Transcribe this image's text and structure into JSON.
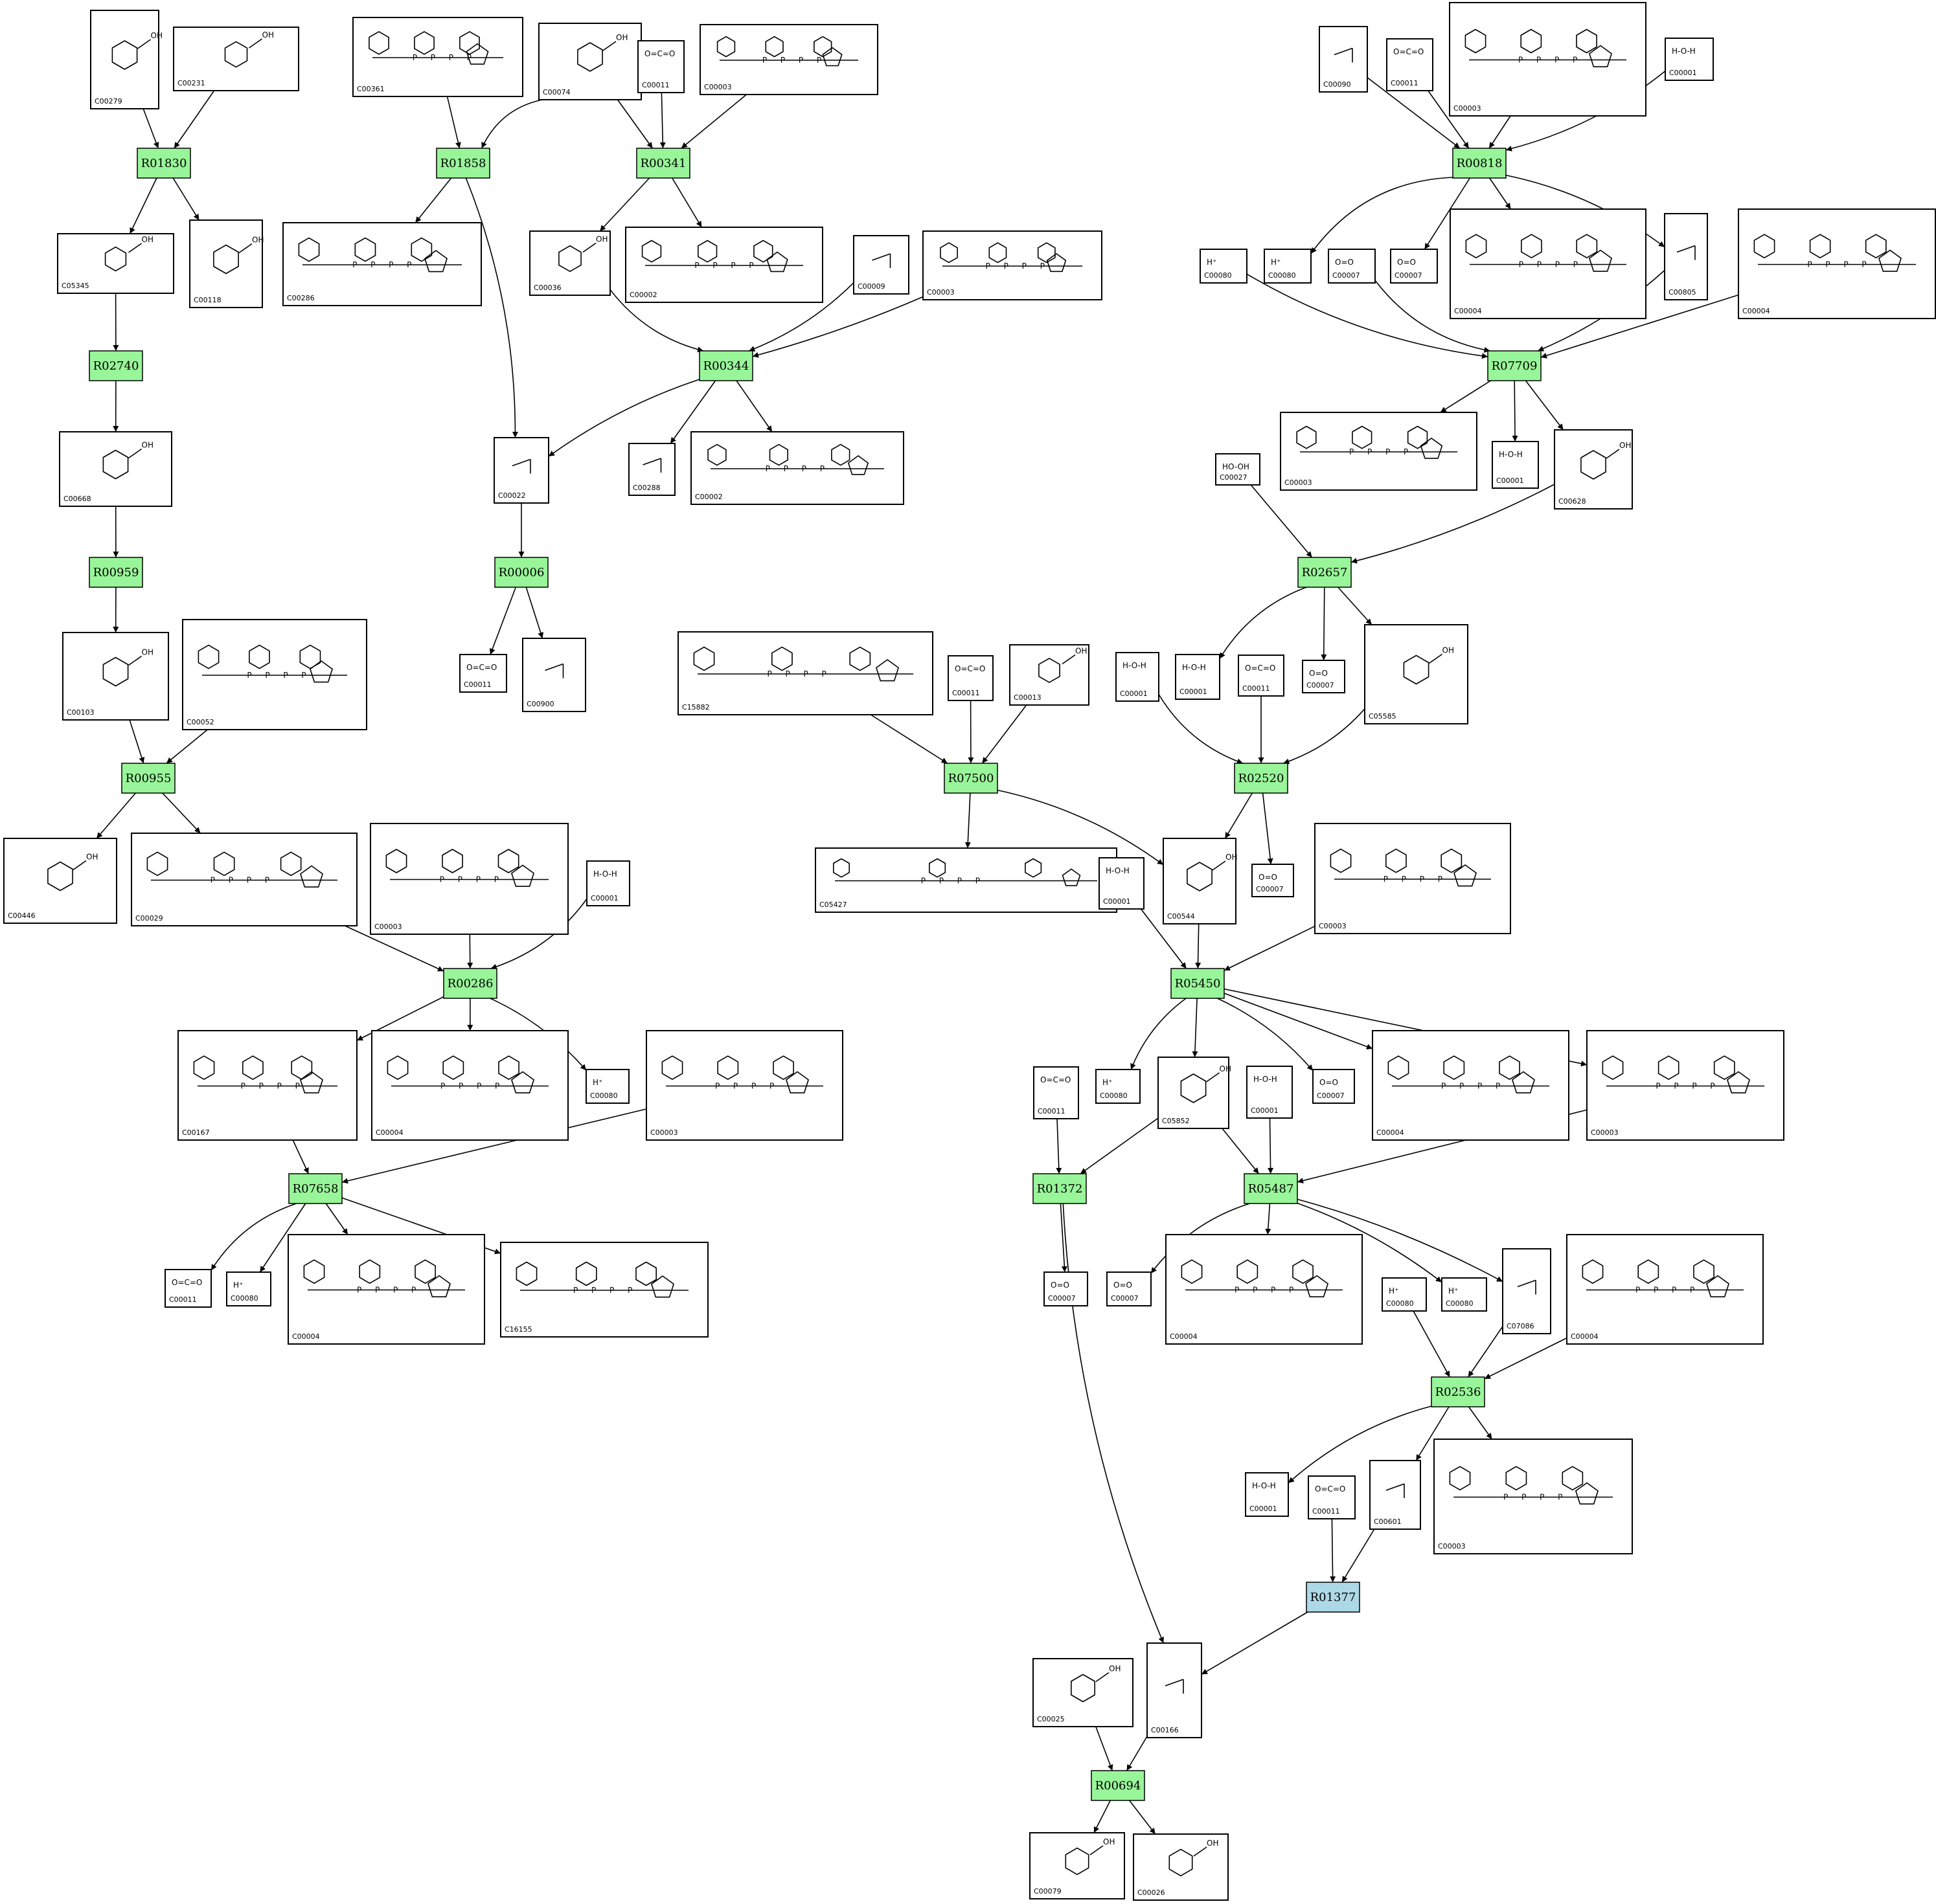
{
  "colors": {
    "reaction": "#99f599",
    "reaction_alt": "#add8e6",
    "stroke": "#000000",
    "background": "#ffffff"
  },
  "reactions": [
    {
      "id": "R01830",
      "alt": false
    },
    {
      "id": "R01858",
      "alt": false
    },
    {
      "id": "R00341",
      "alt": false
    },
    {
      "id": "R00818",
      "alt": false
    },
    {
      "id": "R02740",
      "alt": false
    },
    {
      "id": "R00344",
      "alt": false
    },
    {
      "id": "R07709",
      "alt": false
    },
    {
      "id": "R00959",
      "alt": false
    },
    {
      "id": "R00006",
      "alt": false
    },
    {
      "id": "R02657",
      "alt": false
    },
    {
      "id": "R00955",
      "alt": false
    },
    {
      "id": "R07500",
      "alt": false
    },
    {
      "id": "R02520",
      "alt": false
    },
    {
      "id": "R00286",
      "alt": false
    },
    {
      "id": "R05450",
      "alt": false
    },
    {
      "id": "R07658",
      "alt": false
    },
    {
      "id": "R01372",
      "alt": false
    },
    {
      "id": "R05487",
      "alt": false
    },
    {
      "id": "R02536",
      "alt": false
    },
    {
      "id": "R01377",
      "alt": true
    },
    {
      "id": "R00694",
      "alt": false
    }
  ],
  "compounds": [
    {
      "key": "n01",
      "id": "C00279",
      "formula": ""
    },
    {
      "key": "n02",
      "id": "C00231",
      "formula": ""
    },
    {
      "key": "n03",
      "id": "C00361",
      "formula": ""
    },
    {
      "key": "n04",
      "id": "C00074",
      "formula": ""
    },
    {
      "key": "n05",
      "id": "C00011",
      "formula": "O=C=O"
    },
    {
      "key": "n06",
      "id": "C00003",
      "formula": ""
    },
    {
      "key": "n07",
      "id": "C00090",
      "formula": ""
    },
    {
      "key": "n08",
      "id": "C00011",
      "formula": "O=C=O"
    },
    {
      "key": "n09",
      "id": "C00003",
      "formula": ""
    },
    {
      "key": "n10",
      "id": "C00001",
      "formula": "H-O-H"
    },
    {
      "key": "n11",
      "id": "C05345",
      "formula": ""
    },
    {
      "key": "n12",
      "id": "C00118",
      "formula": ""
    },
    {
      "key": "n13",
      "id": "C00286",
      "formula": ""
    },
    {
      "key": "n14",
      "id": "C00036",
      "formula": ""
    },
    {
      "key": "n15",
      "id": "C00002",
      "formula": ""
    },
    {
      "key": "n16",
      "id": "C00009",
      "formula": ""
    },
    {
      "key": "n17",
      "id": "C00003",
      "formula": ""
    },
    {
      "key": "n18",
      "id": "C00080",
      "formula": "H⁺"
    },
    {
      "key": "n19",
      "id": "C00080",
      "formula": "H⁺"
    },
    {
      "key": "n20",
      "id": "C00007",
      "formula": "O=O"
    },
    {
      "key": "n21",
      "id": "C00007",
      "formula": "O=O"
    },
    {
      "key": "n22",
      "id": "C00004",
      "formula": ""
    },
    {
      "key": "n23",
      "id": "C00805",
      "formula": ""
    },
    {
      "key": "n24",
      "id": "C00004",
      "formula": ""
    },
    {
      "key": "n25",
      "id": "C00668",
      "formula": ""
    },
    {
      "key": "n26",
      "id": "C00022",
      "formula": ""
    },
    {
      "key": "n27",
      "id": "C00288",
      "formula": ""
    },
    {
      "key": "n28",
      "id": "C00002",
      "formula": ""
    },
    {
      "key": "n29",
      "id": "C00003",
      "formula": ""
    },
    {
      "key": "n30",
      "id": "C00001",
      "formula": "H-O-H"
    },
    {
      "key": "n31",
      "id": "C00628",
      "formula": ""
    },
    {
      "key": "n32",
      "id": "C00027",
      "formula": "HO-OH"
    },
    {
      "key": "n33",
      "id": "C00103",
      "formula": ""
    },
    {
      "key": "n34",
      "id": "C00052",
      "formula": ""
    },
    {
      "key": "n35",
      "id": "C00011",
      "formula": "O=C=O"
    },
    {
      "key": "n36",
      "id": "C00900",
      "formula": ""
    },
    {
      "key": "n37",
      "id": "C15882",
      "formula": ""
    },
    {
      "key": "n38",
      "id": "C00011",
      "formula": "O=C=O"
    },
    {
      "key": "n39",
      "id": "C00013",
      "formula": ""
    },
    {
      "key": "n40",
      "id": "C00001",
      "formula": "H-O-H"
    },
    {
      "key": "n41",
      "id": "C00001",
      "formula": "H-O-H"
    },
    {
      "key": "n42",
      "id": "C00011",
      "formula": "O=C=O"
    },
    {
      "key": "n43",
      "id": "C00007",
      "formula": "O=O"
    },
    {
      "key": "n44",
      "id": "C05585",
      "formula": ""
    },
    {
      "key": "n45",
      "id": "C00446",
      "formula": ""
    },
    {
      "key": "n46",
      "id": "C00029",
      "formula": ""
    },
    {
      "key": "n47",
      "id": "C00003",
      "formula": ""
    },
    {
      "key": "n48",
      "id": "C00001",
      "formula": "H-O-H"
    },
    {
      "key": "n49",
      "id": "C05427",
      "formula": ""
    },
    {
      "key": "n50",
      "id": "C00001",
      "formula": "H-O-H"
    },
    {
      "key": "n51",
      "id": "C00544",
      "formula": ""
    },
    {
      "key": "n52",
      "id": "C00007",
      "formula": "O=O"
    },
    {
      "key": "n53",
      "id": "C00003",
      "formula": ""
    },
    {
      "key": "n54",
      "id": "C00167",
      "formula": ""
    },
    {
      "key": "n55",
      "id": "C00004",
      "formula": ""
    },
    {
      "key": "n56",
      "id": "C00080",
      "formula": "H⁺"
    },
    {
      "key": "n57",
      "id": "C00003",
      "formula": ""
    },
    {
      "key": "n58",
      "id": "C00011",
      "formula": "O=C=O"
    },
    {
      "key": "n59",
      "id": "C00080",
      "formula": "H⁺"
    },
    {
      "key": "n60",
      "id": "C05852",
      "formula": ""
    },
    {
      "key": "n61",
      "id": "C00001",
      "formula": "H-O-H"
    },
    {
      "key": "n62",
      "id": "C00007",
      "formula": "O=O"
    },
    {
      "key": "n63",
      "id": "C00004",
      "formula": ""
    },
    {
      "key": "n64",
      "id": "C00003",
      "formula": ""
    },
    {
      "key": "n65",
      "id": "C00011",
      "formula": "O=C=O"
    },
    {
      "key": "n66",
      "id": "C00080",
      "formula": "H⁺"
    },
    {
      "key": "n67",
      "id": "C00004",
      "formula": ""
    },
    {
      "key": "n68",
      "id": "C16155",
      "formula": ""
    },
    {
      "key": "n69",
      "id": "C00007",
      "formula": "O=O"
    },
    {
      "key": "n70",
      "id": "C00007",
      "formula": "O=O"
    },
    {
      "key": "n71",
      "id": "C00004",
      "formula": ""
    },
    {
      "key": "n72",
      "id": "C00080",
      "formula": "H⁺"
    },
    {
      "key": "n73",
      "id": "C00080",
      "formula": "H⁺"
    },
    {
      "key": "n74",
      "id": "C07086",
      "formula": ""
    },
    {
      "key": "n75",
      "id": "C00004",
      "formula": ""
    },
    {
      "key": "n76",
      "id": "C00001",
      "formula": "H-O-H"
    },
    {
      "key": "n77",
      "id": "C00011",
      "formula": "O=C=O"
    },
    {
      "key": "n78",
      "id": "C00601",
      "formula": ""
    },
    {
      "key": "n79",
      "id": "C00003",
      "formula": ""
    },
    {
      "key": "n80",
      "id": "C00025",
      "formula": ""
    },
    {
      "key": "n81",
      "id": "C00166",
      "formula": ""
    },
    {
      "key": "n82",
      "id": "C00079",
      "formula": ""
    },
    {
      "key": "n83",
      "id": "C00026",
      "formula": ""
    }
  ]
}
